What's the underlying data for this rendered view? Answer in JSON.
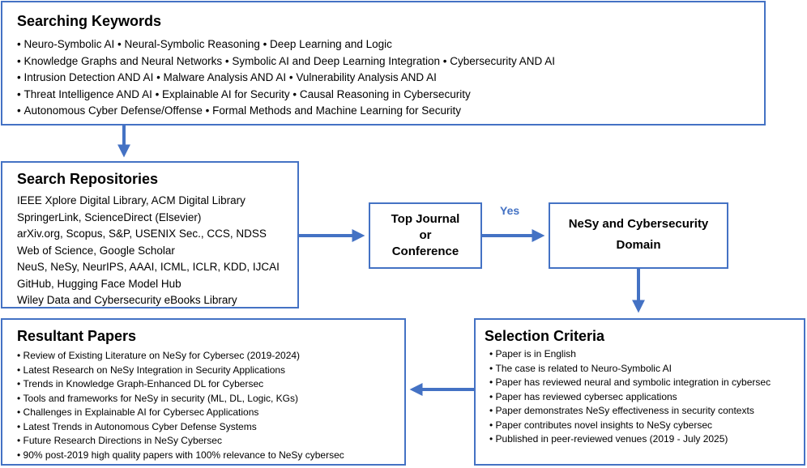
{
  "keywords": {
    "title": "Searching Keywords",
    "items": [
      "Neuro-Symbolic AI • Neural-Symbolic Reasoning • Deep Learning and Logic",
      "Knowledge Graphs and Neural Networks • Symbolic AI and Deep Learning Integration • Cybersecurity AND AI",
      "Intrusion Detection AND AI • Malware Analysis AND AI • Vulnerability Analysis AND AI",
      "Threat Intelligence AND AI • Explainable AI for Security • Causal Reasoning in Cybersecurity",
      "Autonomous Cyber Defense/Offense • Formal Methods and Machine Learning for Security"
    ]
  },
  "repositories": {
    "title": "Search Repositories",
    "items": [
      "IEEE Xplore Digital Library, ACM Digital Library",
      "SpringerLink, ScienceDirect (Elsevier)",
      "arXiv.org, Scopus, S&P, USENIX Sec., CCS, NDSS",
      "Web of Science, Google Scholar",
      "NeuS, NeSy, NeurIPS, AAAI, ICML, ICLR, KDD, IJCAI",
      "GitHub, Hugging Face Model Hub",
      "Wiley Data and Cybersecurity eBooks Library"
    ]
  },
  "venue_check": {
    "line1": "Top Journal",
    "line2": "or",
    "line3": "Conference"
  },
  "yes_label": "Yes",
  "domain": {
    "line1": "NeSy and Cybersecurity",
    "line2": "Domain"
  },
  "selection": {
    "title": "Selection Criteria",
    "items": [
      "Paper is in English",
      "The case is related to Neuro-Symbolic AI",
      "Paper has reviewed neural and symbolic integration in cybersec",
      "Paper has reviewed cybersec applications",
      "Paper demonstrates NeSy effectiveness in security contexts",
      "Paper contributes novel insights to NeSy cybersec",
      "Published in peer-reviewed venues (2019 - July 2025)"
    ]
  },
  "results": {
    "title": "Resultant Papers",
    "items": [
      "Review of Existing Literature on NeSy for Cybersec (2019-2024)",
      "Latest Research on NeSy Integration in Security Applications",
      "Trends in Knowledge Graph-Enhanced DL for Cybersec",
      "Tools and frameworks for NeSy in security (ML, DL, Logic, KGs)",
      "Challenges in Explainable AI for Cybersec Applications",
      "Latest Trends in Autonomous Cyber Defense Systems",
      "Future Research Directions in NeSy Cybersec",
      "90% post-2019 high quality papers with 100% relevance to NeSy cybersec"
    ]
  },
  "colors": {
    "accent": "#4472c4"
  }
}
